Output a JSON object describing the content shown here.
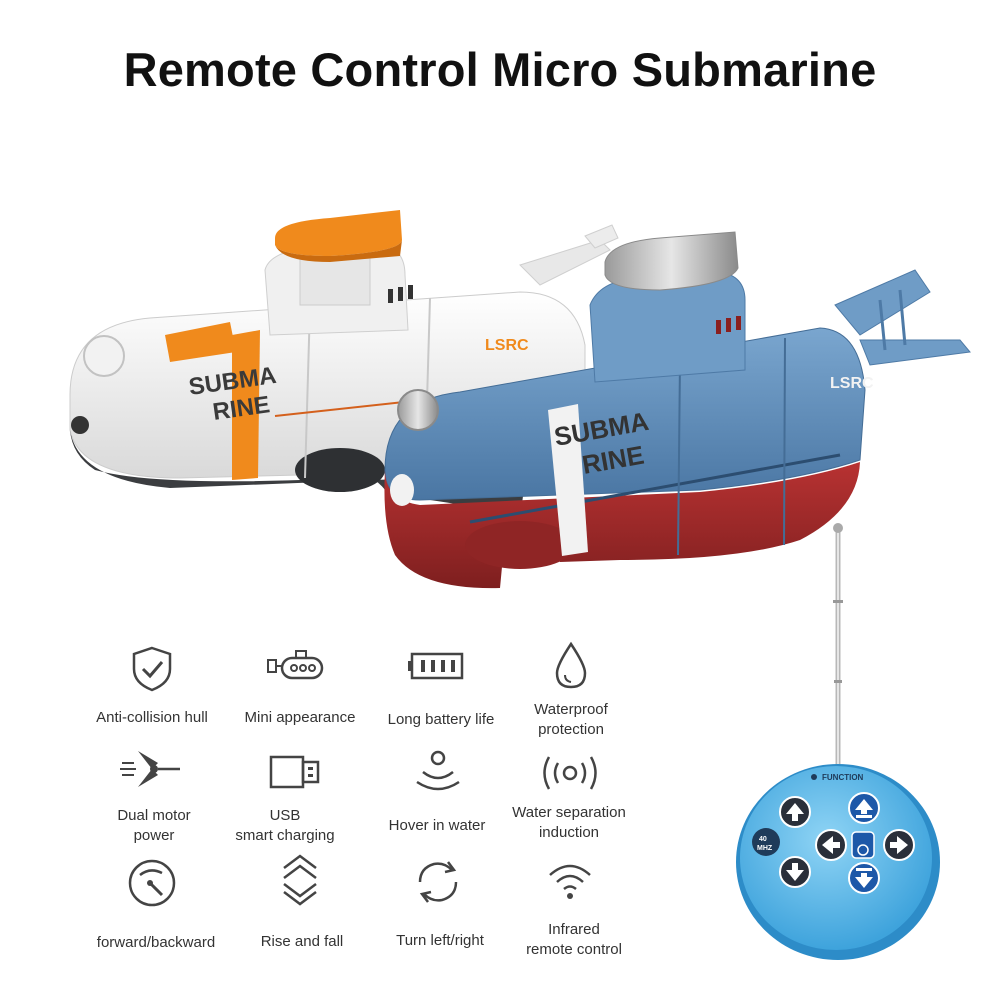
{
  "title": "Remote Control Micro Submarine",
  "submarines": {
    "white": {
      "decal_line1": "SUBMA",
      "decal_line2": "RINE",
      "brand": "LSRC"
    },
    "blue": {
      "decal_line1": "SUBMA",
      "decal_line2": "RINE",
      "brand": "LSRC"
    }
  },
  "remote": {
    "function_label": "FUNCTION",
    "frequency_line1": "40",
    "frequency_line2": "MHZ"
  },
  "features": [
    {
      "label": "Anti-collision hull",
      "icon": "shield-check-icon"
    },
    {
      "label": "Mini appearance",
      "icon": "submarine-icon"
    },
    {
      "label": "Long battery life",
      "icon": "battery-icon"
    },
    {
      "label_line1": "Waterproof",
      "label_line2": "protection",
      "icon": "water-drop-icon"
    },
    {
      "label_line1": "Dual motor",
      "label_line2": "power",
      "icon": "propeller-icon"
    },
    {
      "label_line1": "USB",
      "label_line2": "smart charging",
      "icon": "usb-icon"
    },
    {
      "label": "Hover in water",
      "icon": "hover-person-icon"
    },
    {
      "label_line1": "Water separation",
      "label_line2": "induction",
      "icon": "signal-waves-icon"
    },
    {
      "label": "forward/backward",
      "icon": "speedometer-icon"
    },
    {
      "label": "Rise and fall",
      "icon": "up-down-chevrons-icon"
    },
    {
      "label": "Turn left/right",
      "icon": "rotate-arrows-icon"
    },
    {
      "label_line1": "Infrared",
      "label_line2": "remote control",
      "icon": "wifi-icon"
    }
  ],
  "colors": {
    "white_hull": "#f2f2f2",
    "orange": "#f08a1c",
    "dark_hull": "#3b3d40",
    "blue_hull": "#5a87b3",
    "red_hull": "#a52a2a",
    "remote_blue": "#5bb8e8",
    "icon_gray": "#444444"
  }
}
